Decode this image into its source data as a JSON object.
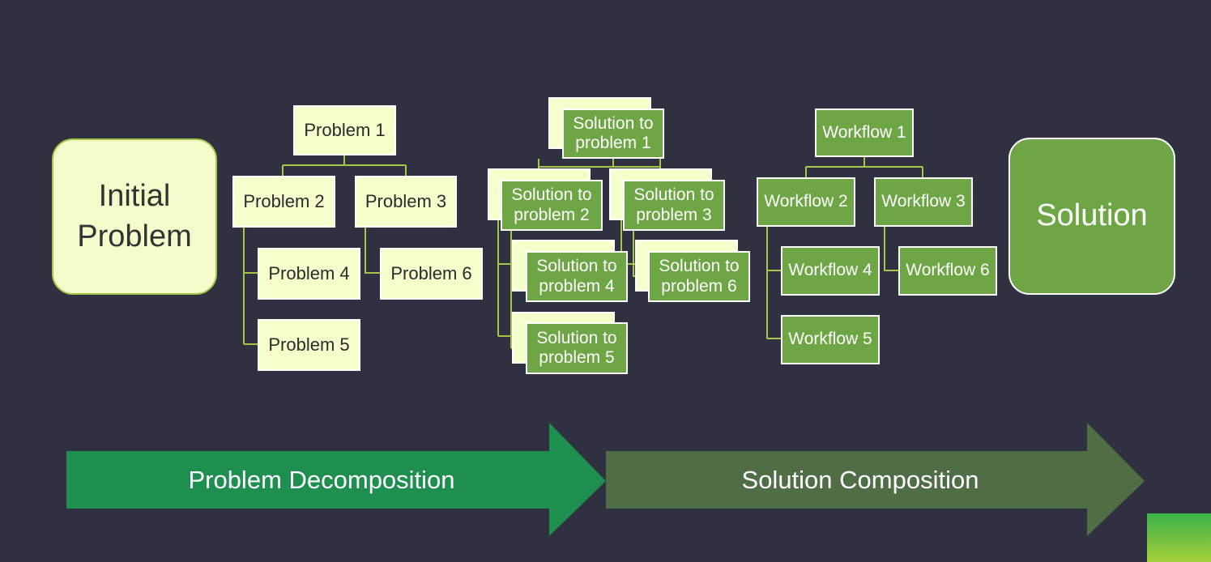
{
  "initial_problem": {
    "label_line1": "Initial",
    "label_line2": "Problem"
  },
  "problems": {
    "p1": "Problem 1",
    "p2": "Problem 2",
    "p3": "Problem 3",
    "p4": "Problem 4",
    "p5": "Problem 5",
    "p6": "Problem 6"
  },
  "solutions": {
    "s1": {
      "line1": "Solution to",
      "line2": "problem 1"
    },
    "s2": {
      "line1": "Solution to",
      "line2": "problem 2"
    },
    "s3": {
      "line1": "Solution to",
      "line2": "problem 3"
    },
    "s4": {
      "line1": "Solution to",
      "line2": "problem 4"
    },
    "s5": {
      "line1": "Solution to",
      "line2": "problem 5"
    },
    "s6": {
      "line1": "Solution to",
      "line2": "problem 6"
    }
  },
  "workflows": {
    "w1": "Workflow 1",
    "w2": "Workflow 2",
    "w3": "Workflow 3",
    "w4": "Workflow 4",
    "w5": "Workflow 5",
    "w6": "Workflow 6"
  },
  "final_solution": {
    "label": "Solution"
  },
  "arrows": {
    "decomposition": "Problem Decomposition",
    "composition": "Solution Composition"
  },
  "colors": {
    "background": "#2f3140",
    "problem_fill": "#f5ffcc",
    "solution_fill": "#6ea545",
    "connector": "#a6c64a",
    "arrow_decomposition": "#1e8f4e",
    "arrow_composition": "#4f6e45"
  }
}
